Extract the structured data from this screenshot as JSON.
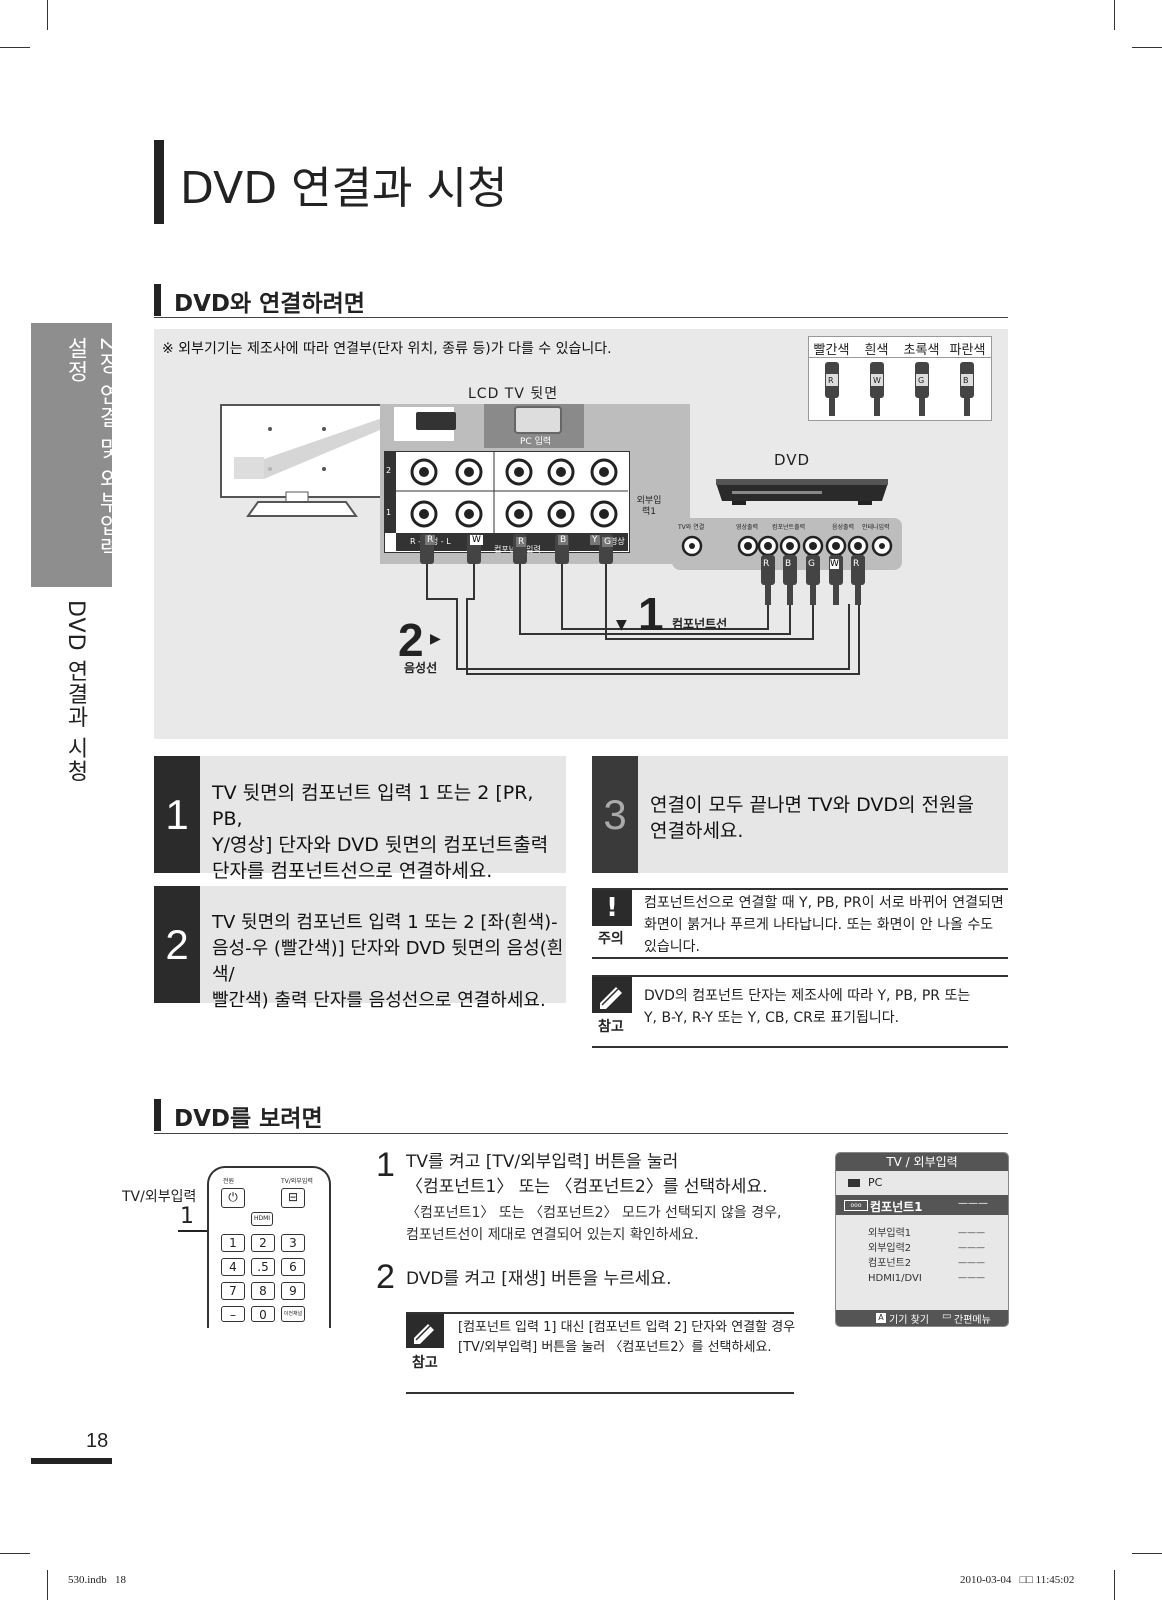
{
  "side": {
    "chapter": "2장 연결 및 외부입력 설정",
    "section": "DVD 연결과 시청"
  },
  "page": {
    "title": "DVD 연결과 시청",
    "number": "18"
  },
  "section1": {
    "title": "DVD와 연결하려면",
    "notice": "※ 외부기기는 제조사에 따라 연결부(단자 위치, 종류 등)가 다를 수 있습니다.",
    "colors": [
      "빨간색",
      "흰색",
      "초록색",
      "파란색"
    ],
    "plug_letters": [
      "R",
      "W",
      "G",
      "B"
    ],
    "tv_label": "LCD TV 뒷면",
    "pc_input": "PC 입력",
    "ext_input": "외부입력1",
    "audio_label": "R - 음성 - L",
    "component_input": "컴포넌트 입력",
    "video_label": "영상",
    "row_labels": [
      "2",
      "1"
    ],
    "tv_jack_letters": [
      "R",
      "W",
      "R",
      "B",
      "Y",
      "G"
    ],
    "dvd_label": "DVD",
    "dvd_panel_labels": [
      "TV와 연결",
      "영상출력",
      "컴포넌트출력",
      "음성출력",
      "안테나입력"
    ],
    "dvd_plug_letters": [
      "R",
      "B",
      "G",
      "W",
      "R"
    ],
    "cable1_num": "1",
    "cable1_label": "컴포넌트선",
    "cable2_num": "2",
    "cable2_label": "음성선"
  },
  "steps": [
    {
      "num": "1",
      "lines": [
        "TV 뒷면의 컴포넌트 입력 1 또는 2 [PR, PB,",
        "Y/영상] 단자와 DVD 뒷면의 컴포넌트출력",
        "단자를 컴포넌트선으로 연결하세요."
      ]
    },
    {
      "num": "2",
      "lines": [
        "TV 뒷면의 컴포넌트 입력 1 또는 2 [좌(흰색)-",
        "음성-우 (빨간색)] 단자와 DVD 뒷면의 음성(흰색/",
        "빨간색) 출력 단자를 음성선으로 연결하세요."
      ]
    },
    {
      "num": "3",
      "lines": [
        "연결이 모두 끝나면 TV와 DVD의 전원을",
        "연결하세요."
      ]
    }
  ],
  "caution": {
    "label": "주의",
    "lines": [
      "컴포넌트선으로 연결할 때 Y, PB, PR이 서로 바뀌어 연결되면",
      "화면이 붉거나 푸르게 나타납니다. 또는 화면이 안 나올 수도",
      "있습니다."
    ]
  },
  "note1": {
    "label": "참고",
    "lines": [
      "DVD의 컴포넌트 단자는 제조사에 따라 Y, PB, PR 또는",
      "Y, B-Y, R-Y 또는 Y, CB, CR로 표기됩니다."
    ]
  },
  "section2": {
    "title": "DVD를 보려면",
    "remote_label": "TV/외부입력",
    "remote_num": "1",
    "remote_power": "전원",
    "remote_tvinput": "TV/외부입력",
    "remote_hdmi": "HDMI",
    "remote_keys": [
      "1",
      "2",
      "3",
      "4",
      ".5",
      "6",
      "7",
      "8",
      "9",
      "–",
      "0",
      "이전채널"
    ],
    "step1_num": "1",
    "step1_lines": [
      "TV를 켜고 [TV/외부입력] 버튼을 눌러",
      "〈컴포넌트1〉 또는 〈컴포넌트2〉를 선택하세요."
    ],
    "step1_sub": [
      "〈컴포넌트1〉 또는 〈컴포넌트2〉 모드가 선택되지 않을 경우,",
      "컴포넌트선이 제대로 연결되어 있는지 확인하세요."
    ],
    "step2_num": "2",
    "step2_line": "DVD를 켜고 [재생] 버튼을 누르세요.",
    "note_label": "참고",
    "note_lines": [
      "[컴포넌트 입력 1] 대신 [컴포넌트 입력 2] 단자와 연결할 경우",
      "[TV/외부입력] 버튼을 눌러 〈컴포넌트2〉를 선택하세요."
    ]
  },
  "osd": {
    "title": "TV / 외부입력",
    "pc": "PC",
    "selected": "컴포넌트1",
    "selected_value": "———",
    "items": [
      {
        "name": "외부입력1",
        "value": "———"
      },
      {
        "name": "외부입력2",
        "value": "———"
      },
      {
        "name": "컴포넌트2",
        "value": "———"
      },
      {
        "name": "HDMI1/DVI",
        "value": "———"
      }
    ],
    "footer_left": "기기 찾기",
    "footer_left_key": "A",
    "footer_right": "간편메뉴"
  },
  "footer": {
    "left": "530.indb   18",
    "right": "2010-03-04   □□ 11:45:02"
  }
}
